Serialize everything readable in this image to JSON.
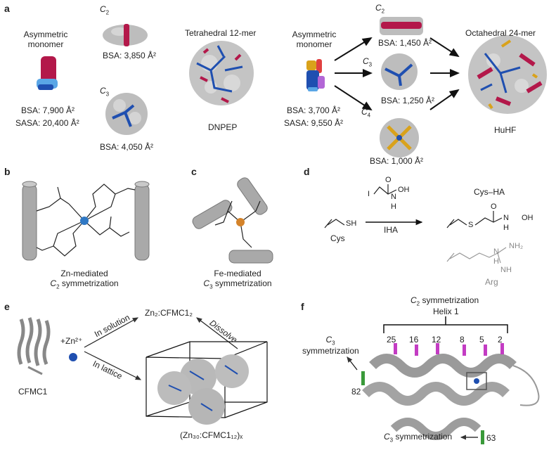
{
  "panels": {
    "a": "a",
    "b": "b",
    "c": "c",
    "d": "d",
    "e": "e",
    "f": "f"
  },
  "a": {
    "left": {
      "monomer_title_1": "Asymmetric",
      "monomer_title_2": "monomer",
      "bsa": "BSA: 7,900 Å²",
      "sasa": "SASA: 20,400 Å²",
      "c2_label": "C",
      "c2_sub": "2",
      "c2_bsa": "BSA: 3,850 Å²",
      "c3_label": "C",
      "c3_sub": "3",
      "c3_bsa": "BSA: 4,050 Å²",
      "assembly_title": "Tetrahedral 12-mer",
      "assembly_name": "DNPEP"
    },
    "right": {
      "monomer_title_1": "Asymmetric",
      "monomer_title_2": "monomer",
      "bsa": "BSA: 3,700 Å²",
      "sasa": "SASA: 9,550 Å²",
      "c2_label": "C",
      "c2_sub": "2",
      "c2_bsa": "BSA: 1,450 Å²",
      "c3_label": "C",
      "c3_sub": "3",
      "c3_bsa": "BSA: 1,250 Å²",
      "c4_label": "C",
      "c4_sub": "4",
      "c4_bsa": "BSA: 1,000 Å²",
      "assembly_title": "Octahedral 24-mer",
      "assembly_name": "HuHF"
    }
  },
  "b": {
    "caption_1": "Zn-mediated",
    "caption_2_sym": "C",
    "caption_2_sub": "2",
    "caption_2_rest": " symmetrization"
  },
  "c": {
    "caption_1": "Fe-mediated",
    "caption_2_sym": "C",
    "caption_2_sub": "3",
    "caption_2_rest": " symmetrization"
  },
  "d": {
    "reagent": "IHA",
    "cys": "Cys",
    "product": "Cys–HA",
    "arg": "Arg",
    "atom_I": "I",
    "atom_SH": "SH",
    "atom_S": "S",
    "atom_O1": "O",
    "atom_OH1": "OH",
    "atom_NH1": "N",
    "atom_H1": "H",
    "atom_O2": "O",
    "atom_OH2": "OH",
    "atom_N2": "N",
    "atom_H2": "H",
    "arg_NH2": "NH₂",
    "arg_NH": "NH",
    "arg_H": "H",
    "arg_N": "N"
  },
  "e": {
    "protein": "CFMC1",
    "zinc": "+Zn²⁺",
    "in_solution": "In solution",
    "in_lattice": "In lattice",
    "dissolve": "Dissolve",
    "product_top": "Zn₂:CFMC1₂",
    "product_bottom": "(Zn₃₀:CFMC1₁₂)ₓ"
  },
  "f": {
    "top_sym": "C",
    "top_sub": "2",
    "top_rest": " symmetrization",
    "helix": "Helix 1",
    "residues": [
      "25",
      "16",
      "12",
      "8",
      "5",
      "2"
    ],
    "left_sym": "C",
    "left_sub": "3",
    "left_rest": "symmetrization",
    "res82": "82",
    "res63": "63",
    "bottom_sym": "C",
    "bottom_sub": "3",
    "bottom_rest": " symmetrization"
  },
  "colors": {
    "crimson": "#b3184a",
    "blue": "#1f4fb0",
    "gold": "#d9a21b",
    "grey": "#b8b8b8",
    "magenta": "#c33cc3",
    "green": "#3a9a3a"
  }
}
